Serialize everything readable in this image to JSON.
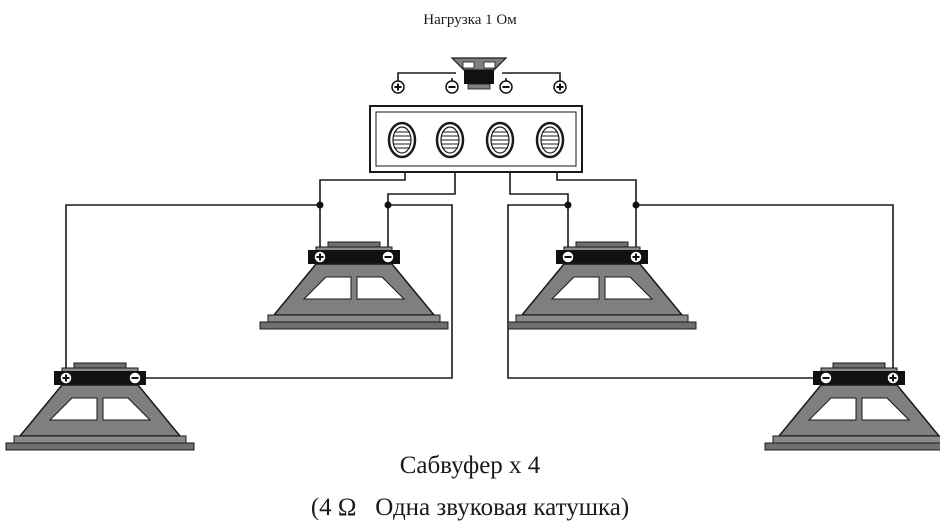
{
  "load_label": "Нагрузка 1 Ом",
  "caption_line1": "Сабвуфер х 4",
  "caption_line2": "(4 Ω   Одна звуковая катушка)",
  "colors": {
    "wire": "#1a1a1a",
    "speaker_body": "#7f7f7f",
    "speaker_dark": "#4a4a4a",
    "terminal_bar": "#111111",
    "amp_fill": "#ffffff"
  },
  "icons": [
    "speaker-icon",
    "amplifier-icon",
    "plus-terminal-icon",
    "minus-terminal-icon"
  ]
}
